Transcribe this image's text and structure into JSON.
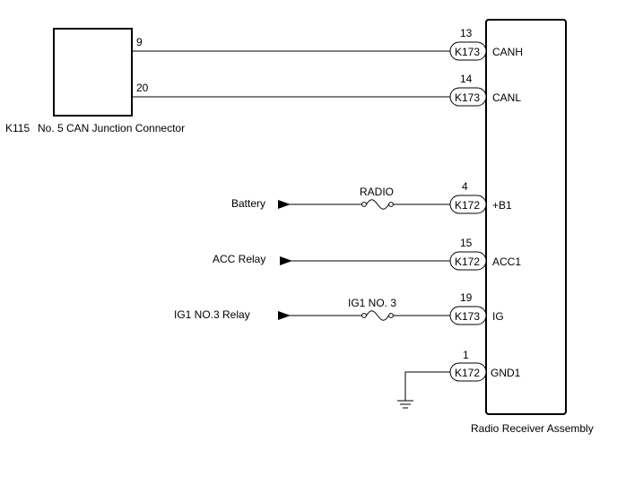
{
  "junction": {
    "id": "K115",
    "name": "No. 5 CAN Junction Connector",
    "pins": [
      "9",
      "20"
    ]
  },
  "receiver": {
    "name": "Radio Receiver Assembly"
  },
  "connections": [
    {
      "pin": "13",
      "connector": "K173",
      "terminal": "CANH"
    },
    {
      "pin": "14",
      "connector": "K173",
      "terminal": "CANL"
    },
    {
      "pin": "4",
      "connector": "K172",
      "terminal": "+B1",
      "source": "Battery",
      "fuse": "RADIO"
    },
    {
      "pin": "15",
      "connector": "K172",
      "terminal": "ACC1",
      "source": "ACC Relay"
    },
    {
      "pin": "19",
      "connector": "K173",
      "terminal": "IG",
      "source": "IG1 NO.3 Relay",
      "fuse": "IG1 NO. 3"
    },
    {
      "pin": "1",
      "connector": "K172",
      "terminal": "GND1"
    }
  ],
  "icons": [
    "arrow-icon",
    "fuse-icon",
    "ground-icon"
  ]
}
